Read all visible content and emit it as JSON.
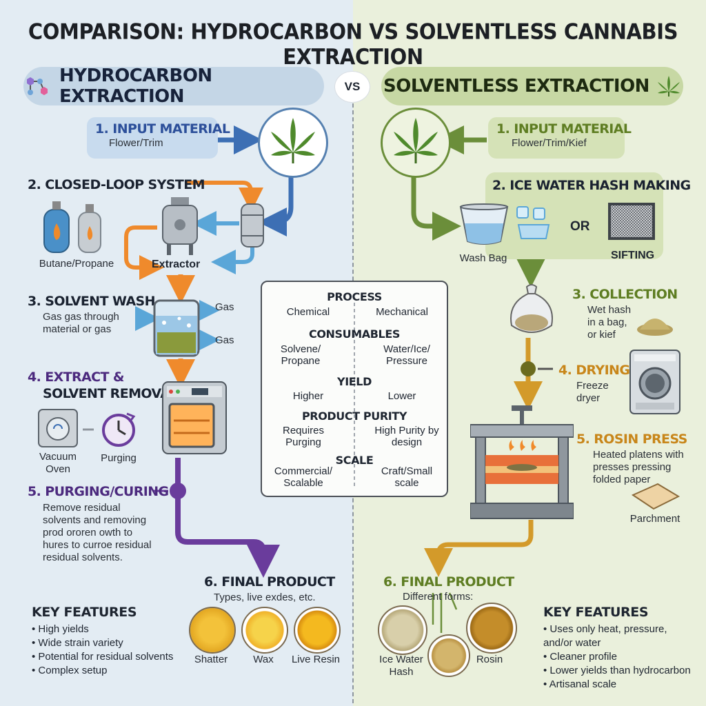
{
  "title": "COMPARISON: HYDROCARBON VS SOLVENTLESS CANNABIS EXTRACTION",
  "vs": "VS",
  "left": {
    "header": "HYDROCARBON EXTRACTION",
    "step1": {
      "title": "1. INPUT MATERIAL",
      "sub": "Flower/Trim"
    },
    "step2": {
      "title": "2. CLOSED-LOOP SYSTEM",
      "tanks_label": "Butane/Propane",
      "extractor_label": "Extractor"
    },
    "step3": {
      "title": "3. SOLVENT WASH",
      "sub": "Gas gas through material or gas",
      "gas_in": "Gas",
      "gas_out": "Gas"
    },
    "step4": {
      "title_line1": "4. EXTRACT &",
      "title_line2": "SOLVENT REMOVAL",
      "oven_label": "Vacuum Oven",
      "purge_label": "Purging"
    },
    "step5": {
      "title": "5. PURGING/CURING",
      "sub": "Remove residual solvents and removing prod ororen owth to hures to curroe residual residual solvents."
    },
    "step6": {
      "title": "6. FINAL PRODUCT",
      "sub": "Types, live exdes, etc.",
      "products": [
        "Shatter",
        "Wax",
        "Live Resin"
      ]
    },
    "key_features": {
      "title": "KEY FEATURES",
      "items": [
        "High yields",
        "Wide strain variety",
        "Potential for residual solvents",
        "Complex setup"
      ]
    }
  },
  "right": {
    "header": "SOLVENTLESS EXTRACTION",
    "step1": {
      "title": "1. INPUT MATERIAL",
      "sub": "Flower/Trim/Kief"
    },
    "step2": {
      "title": "2. ICE WATER HASH MAKING",
      "wash_label": "Wash Bag",
      "or": "OR",
      "sift_label": "SIFTING"
    },
    "step3": {
      "title": "3. COLLECTION",
      "sub": "Wet hash in a bag, or kief"
    },
    "step4": {
      "title": "4. DRYING",
      "sub": "Freeze dryer"
    },
    "step5": {
      "title": "5. ROSIN PRESS",
      "sub": "Heated platens with presses pressing folded paper",
      "parchment": "Parchment"
    },
    "step6": {
      "title": "6. FINAL PRODUCT",
      "sub": "Different forms:",
      "products": [
        "Ice Water Hash",
        "Rosin"
      ]
    },
    "key_features": {
      "title": "KEY FEATURES",
      "items": [
        "Uses only heat, pressure, and/or water",
        "Cleaner profile",
        "Lower yields than hydrocarbon",
        "Artisanal scale"
      ]
    }
  },
  "comparison": {
    "rows": [
      {
        "heading": "PROCESS",
        "left": "Chemical",
        "right": "Mechanical"
      },
      {
        "heading": "CONSUMABLES",
        "left": "Solvene/ Propane",
        "right": "Water/Ice/ Pressure"
      },
      {
        "heading": "YIELD",
        "left": "Higher",
        "right": "Lower"
      },
      {
        "heading": "PRODUCT PURITY",
        "left": "Requires Purging",
        "right": "High Purity by design"
      },
      {
        "heading": "SCALE",
        "left": "Commercial/ Scalable",
        "right": "Craft/Small scale"
      }
    ]
  },
  "colors": {
    "left_bg": "#e3ecf3",
    "right_bg": "#eaf0dc",
    "blue_arrow": "#3d6fb4",
    "orange_arrow": "#ef8a2c",
    "purple_arrow": "#6a3c9c",
    "green_arrow": "#6b8e3a",
    "gold_arrow": "#d39a2a",
    "leaf": "#4f8a2c"
  }
}
